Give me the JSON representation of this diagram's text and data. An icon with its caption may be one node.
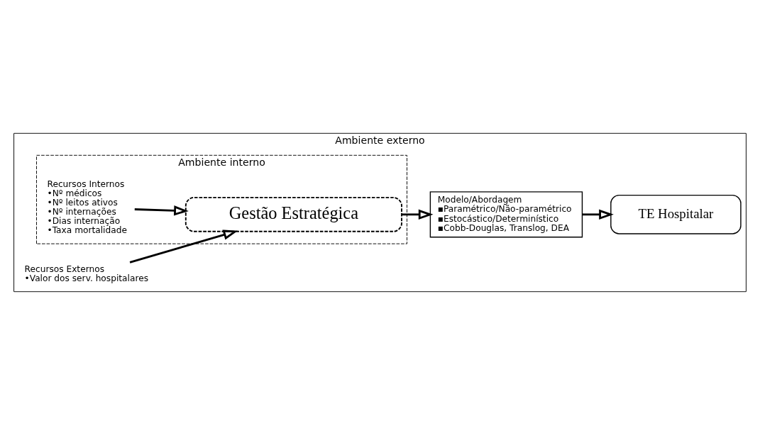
{
  "diagram": {
    "nodes": [
      {
        "text": [
          "Ambiente externo"
        ]
      },
      {
        "text": [
          "Recursos Externos",
          "•Valor dos serv. hospitalares"
        ],
        "in": 0
      },
      {
        "text": [
          "Ambiente interno"
        ],
        "in": 0
      },
      {
        "text": [
          "Gestão Estratégica"
        ],
        "in": 2
      },
      {
        "text": [
          "Recursos Internos",
          "•Nº médicos",
          "•Nº leitos ativos",
          "•Nº internações",
          "•Dias internação",
          "•Taxa mortalidade"
        ],
        "in": 2
      },
      {
        "text": [
          "Modelo/Abordagem",
          "▪Paramétrico/Não-paramétrico",
          "▪Estocástico/Determinístico",
          "▪Cobb-Douglas, Translog, DEA"
        ],
        "in": 0
      },
      {
        "text": [
          "TE Hospitalar"
        ],
        "in": 0
      }
    ],
    "edges": [
      {
        "from": 1,
        "to": 3,
        "arrow": "to"
      },
      {
        "from": 4,
        "to": 3,
        "arrow": "to"
      },
      {
        "from": 3,
        "to": 5,
        "arrow": "to"
      },
      {
        "from": 5,
        "to": 6,
        "arrow": "to"
      }
    ]
  }
}
